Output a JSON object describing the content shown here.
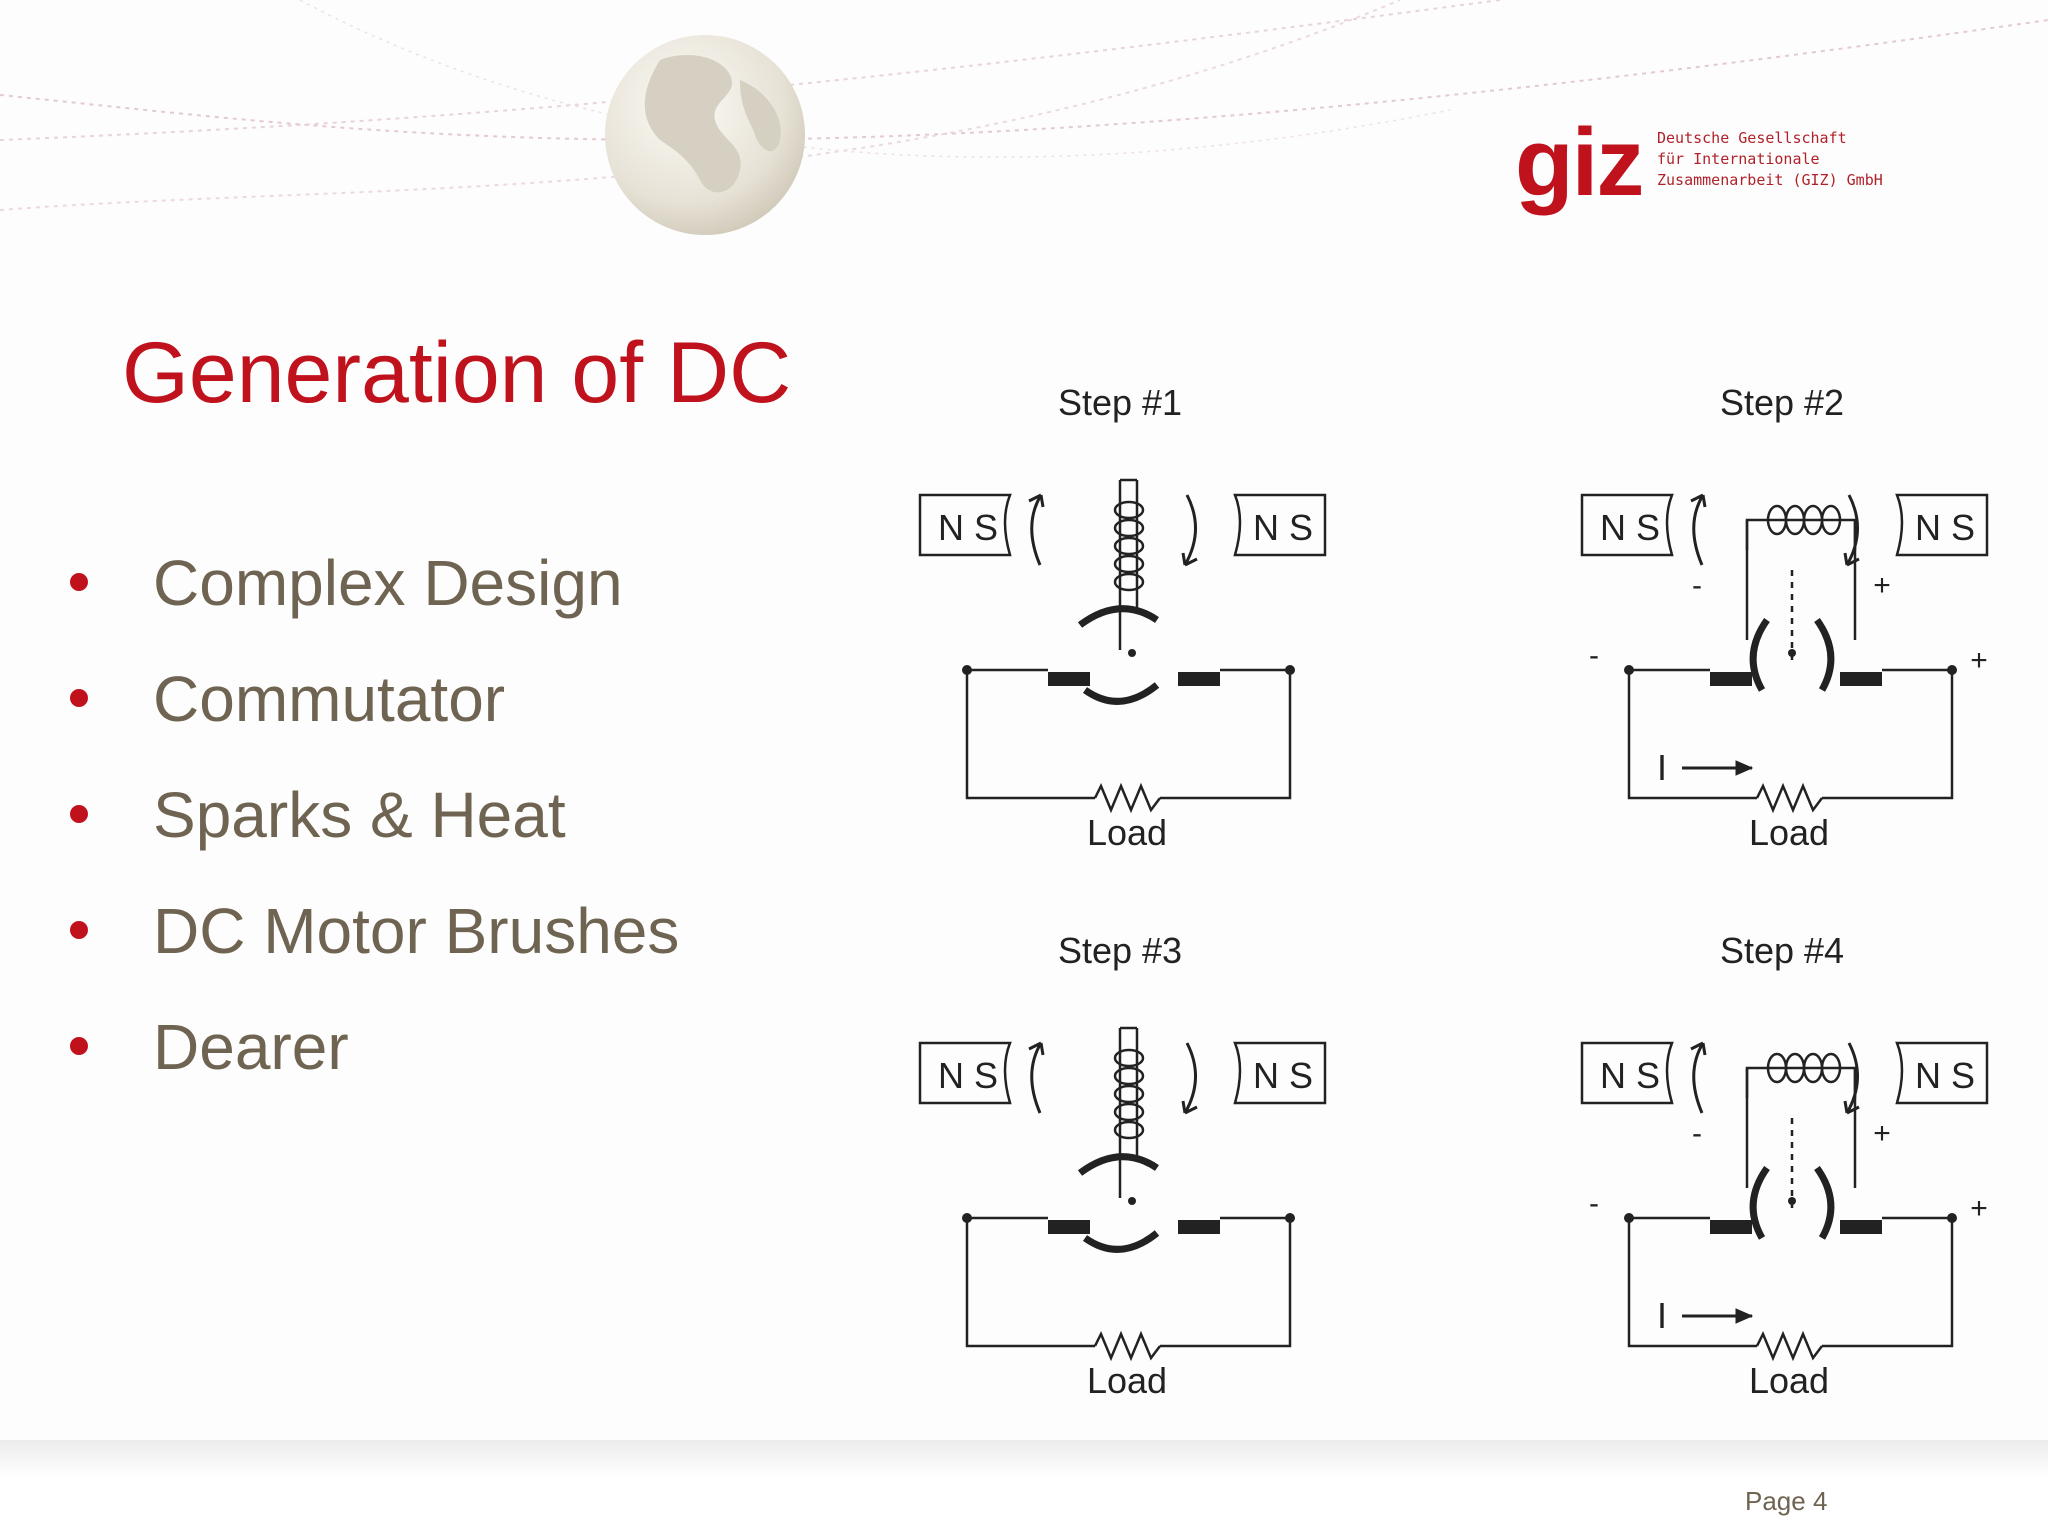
{
  "slide": {
    "title": "Generation of DC",
    "bullets": [
      "Complex Design",
      "Commutator",
      "Sparks & Heat",
      "DC Motor Brushes",
      "Dearer"
    ],
    "page_label": "Page 4"
  },
  "logo": {
    "mark": "giz",
    "line1": "Deutsche Gesellschaft",
    "line2": "für Internationale",
    "line3": "Zusammenarbeit (GIZ) GmbH"
  },
  "diagram": {
    "steps": [
      {
        "title": "Step #1",
        "magnet_left": "N S",
        "magnet_right": "N S",
        "load": "Load"
      },
      {
        "title": "Step #2",
        "magnet_left": "N S",
        "magnet_right": "N S",
        "load": "Load",
        "current": "I",
        "plus": "+",
        "minus": "-"
      },
      {
        "title": "Step #3",
        "magnet_left": "N S",
        "magnet_right": "N S",
        "load": "Load"
      },
      {
        "title": "Step #4",
        "magnet_left": "N S",
        "magnet_right": "N S",
        "load": "Load",
        "current": "I",
        "plus": "+",
        "minus": "-"
      }
    ]
  },
  "colors": {
    "accent": "#c0121d",
    "body_text": "#6f6451"
  }
}
